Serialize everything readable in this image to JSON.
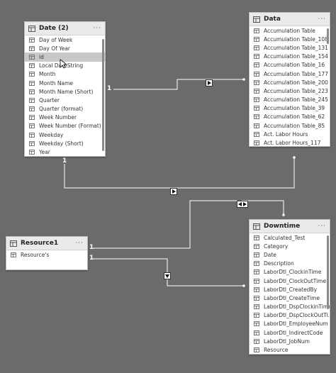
{
  "tables": {
    "date": {
      "title": "Date (2)",
      "menu": "···",
      "fields": [
        "Day of Week",
        "Day Of Year",
        "id",
        "Local DateString",
        "Month",
        "Month Name",
        "Month Name (Short)",
        "Quarter",
        "Quarter (format)",
        "Week Number",
        "Week Number (Format)",
        "Weekday",
        "Weekday (Short)",
        "Year"
      ]
    },
    "data": {
      "title": "Data",
      "menu": "···",
      "fields": [
        "Accumulation Table",
        "Accumulation Table_108",
        "Accumulation Table_131",
        "Accumulation Table_154",
        "Accumulation Table_16",
        "Accumulation Table_177",
        "Accumulation Table_200",
        "Accumulation Table_223",
        "Accumulation Table_245",
        "Accumulation Table_39",
        "Accumulation Table_62",
        "Accumulation Table_85",
        "Act. Labor Hours",
        "Act. Labor Hours_117"
      ]
    },
    "resource": {
      "title": "Resource1",
      "menu": "···",
      "fields": [
        "Resource's"
      ]
    },
    "downtime": {
      "title": "Downtime",
      "menu": "···",
      "fields": [
        "Calculated_Test",
        "Category",
        "Date",
        "Description",
        "LaborDtl_ClockinTime",
        "LaborDtl_ClockOutTime",
        "LaborDtl_CreatedBy",
        "LaborDtl_CreateTime",
        "LaborDtl_DspClockinTime",
        "LaborDtl_DspClockOutTi...",
        "LaborDtl_EmployeeNum",
        "LaborDtl_IndirectCode",
        "LaborDtl_JobNum",
        "Resource"
      ]
    }
  },
  "relationships": {
    "date_data_label": "1",
    "date_downtime_label": "1",
    "resource_downtime_label_a": "1",
    "resource_downtime_label_b": "1"
  },
  "colors": {
    "canvas": "#6b6b6b",
    "line": "#ffffff",
    "header": "#eaeaea",
    "highlight": "#c8c8c8"
  }
}
